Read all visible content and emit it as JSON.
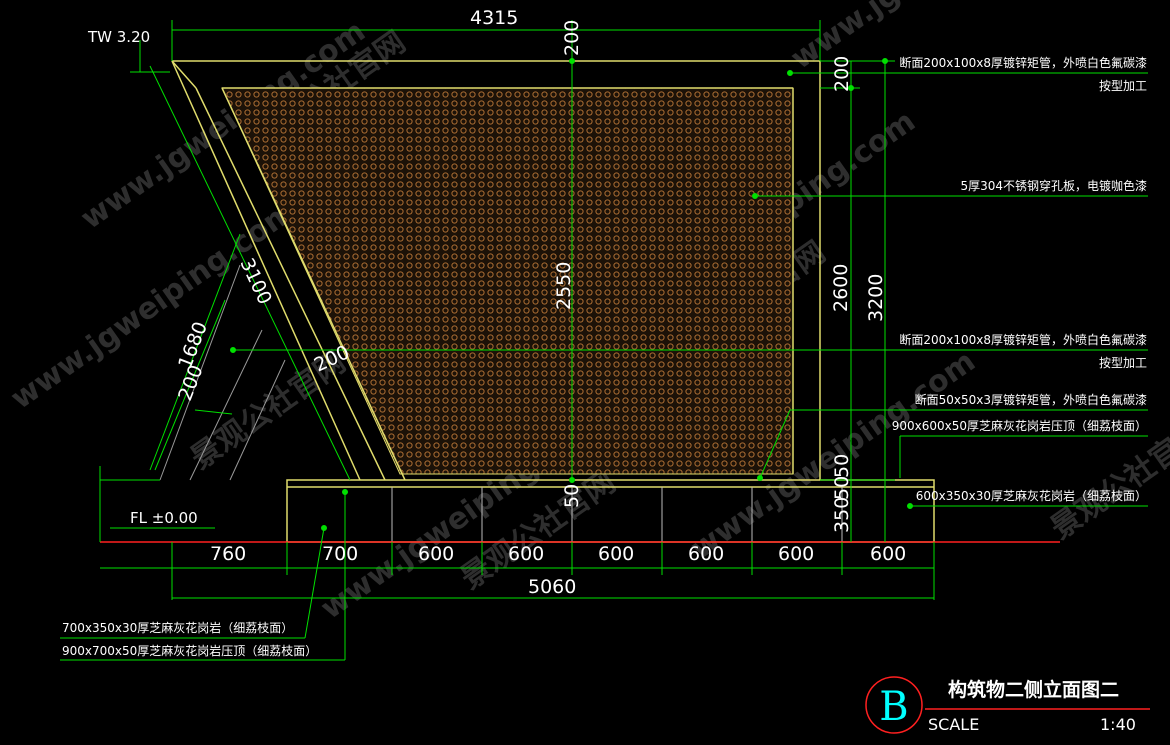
{
  "drawing": {
    "title": "构筑物二侧立面图二",
    "scale_label": "SCALE",
    "scale_value": "1:40",
    "badge_letter": "B",
    "level_tw": "TW 3.20",
    "level_fl": "FL ±0.00"
  },
  "dimensions": {
    "top_total": "4315",
    "top_frame": "200",
    "panel_height": "2550",
    "base_gap": "50",
    "right_top": "200",
    "right_mid": "2600",
    "right_total": "3200",
    "right_lower1": "50",
    "right_lower2": "350",
    "right_lower3": "50",
    "diag_long": "3100",
    "diag_mid": "1680",
    "diag_small": "200",
    "diag_frame": "200",
    "bottom_segments": [
      "760",
      "700",
      "600",
      "600",
      "600",
      "600",
      "600",
      "600"
    ],
    "bottom_total": "5060"
  },
  "notes": {
    "right": [
      "断面200x100x8厚镀锌矩管，外喷白色氟碳漆",
      "按型加工",
      "5厚304不锈钢穿孔板，电镀咖色漆",
      "断面200x100x8厚镀锌矩管，外喷白色氟碳漆",
      "按型加工",
      "断面50x50x3厚镀锌矩管，外喷白色氟碳漆",
      "900x600x50厚芝麻灰花岗岩压顶（细荔枝面）",
      "600x350x30厚芝麻灰花岗岩（细荔枝面）"
    ],
    "left": [
      "700x350x30厚芝麻灰花岗岩（细荔枝面）",
      "900x700x50厚芝麻灰花岗岩压顶（细荔枝面）"
    ]
  },
  "watermark": {
    "latin": "www.jgweiping.com",
    "cjk": "景观公社官网"
  },
  "colors": {
    "background": "#000000",
    "frame": "#e0dc6c",
    "panel": "#8a5a2a",
    "dimension": "#00e000",
    "ground": "#ff2020",
    "text": "#ffffff",
    "badge": "#00ffff"
  }
}
